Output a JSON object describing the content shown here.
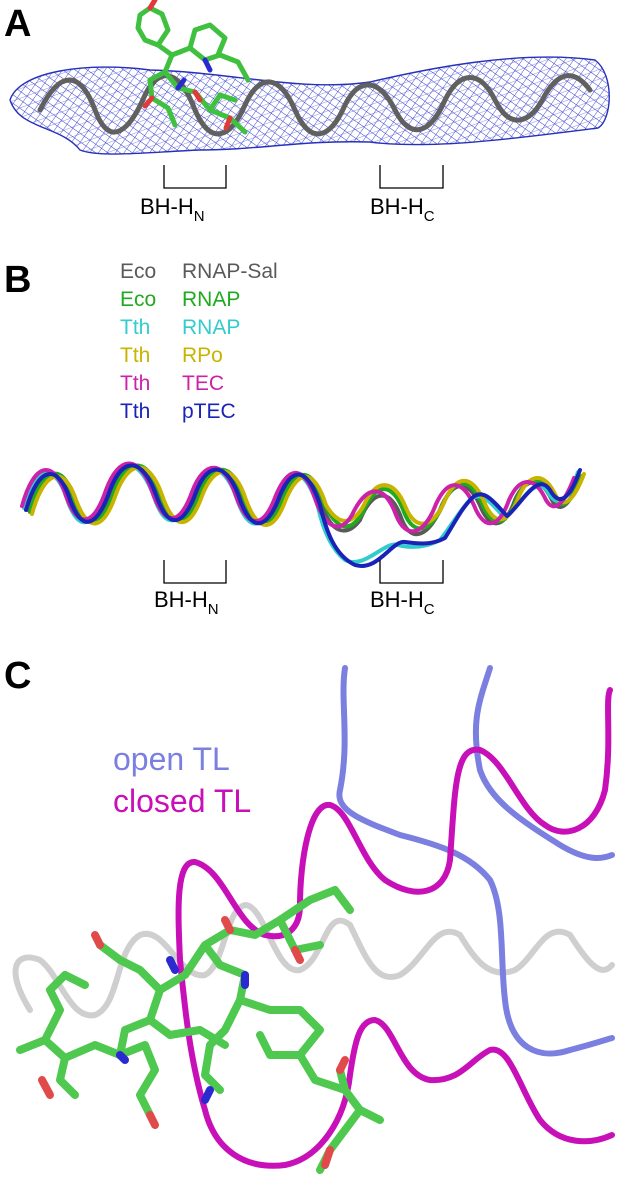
{
  "panels": {
    "a": {
      "letter": "A"
    },
    "b": {
      "letter": "B"
    },
    "c": {
      "letter": "C"
    }
  },
  "labels": {
    "bh_base": "BH-H",
    "bh_n_sub": "N",
    "bh_c_sub": "C"
  },
  "legend_b": [
    {
      "org": "Eco",
      "name": "RNAP-Sal",
      "color": "#5a5a5a"
    },
    {
      "org": "Eco",
      "name": "RNAP",
      "color": "#1faa1f"
    },
    {
      "org": "Tth",
      "name": "RNAP",
      "color": "#33cccc"
    },
    {
      "org": "Tth",
      "name": "RPo",
      "color": "#c8b400"
    },
    {
      "org": "Tth",
      "name": "TEC",
      "color": "#cc22aa"
    },
    {
      "org": "Tth",
      "name": "pTEC",
      "color": "#1a23b8"
    }
  ],
  "legend_c": [
    {
      "text": "open TL",
      "color": "#7b7fe0"
    },
    {
      "text": "closed TL",
      "color": "#c810b8"
    }
  ]
}
